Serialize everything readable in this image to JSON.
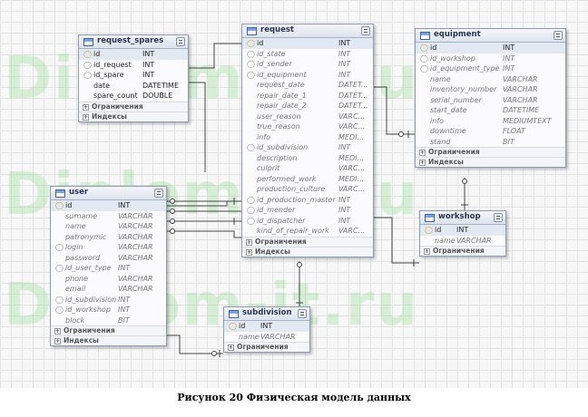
{
  "watermark": [
    "Diplom-it.ru",
    "Diplom-it.ru",
    "Diplom-it.ru"
  ],
  "caption": "Рисунок 20  Физическая модель данных",
  "labels": {
    "constraints": "Ограничения",
    "indexes": "Индексы"
  },
  "tables": [
    {
      "id": "request_spares",
      "name": "request_spares",
      "type_col": 70,
      "sections": [
        "constraints",
        "indexes"
      ],
      "fields": [
        {
          "name": "id",
          "type": "INT",
          "key": "pk",
          "style": "plain"
        },
        {
          "name": "id_request",
          "type": "INT",
          "key": "fk",
          "style": "plain"
        },
        {
          "name": "id_spare",
          "type": "INT",
          "key": "fk",
          "style": "plain"
        },
        {
          "name": "date",
          "type": "DATETIME",
          "key": "",
          "style": "plain"
        },
        {
          "name": "spare_count",
          "type": "DOUBLE",
          "key": "",
          "style": "plain"
        }
      ]
    },
    {
      "id": "request",
      "name": "request",
      "type_col": 106,
      "sections": [
        "constraints",
        "indexes"
      ],
      "fields": [
        {
          "name": "id",
          "type": "INT",
          "key": "pk",
          "style": "plain"
        },
        {
          "name": "id_state",
          "type": "INT",
          "key": "fk",
          "style": "reg"
        },
        {
          "name": "id_sender",
          "type": "INT",
          "key": "fk",
          "style": "reg"
        },
        {
          "name": "id_equipment",
          "type": "INT",
          "key": "fk",
          "style": "reg"
        },
        {
          "name": "request_date",
          "type": "DATET...",
          "key": "",
          "style": "reg"
        },
        {
          "name": "repair_date_1",
          "type": "DATET...",
          "key": "",
          "style": "reg"
        },
        {
          "name": "repair_date_2",
          "type": "DATET...",
          "key": "",
          "style": "reg"
        },
        {
          "name": "user_reason",
          "type": "VARC...",
          "key": "",
          "style": "reg"
        },
        {
          "name": "true_reason",
          "type": "VARC...",
          "key": "",
          "style": "reg"
        },
        {
          "name": "info",
          "type": "MEDI...",
          "key": "",
          "style": "reg"
        },
        {
          "name": "id_subdivision",
          "type": "INT",
          "key": "fk",
          "style": "reg"
        },
        {
          "name": "description",
          "type": "MEDI...",
          "key": "",
          "style": "reg"
        },
        {
          "name": "culprit",
          "type": "VARC...",
          "key": "",
          "style": "reg"
        },
        {
          "name": "performed_work",
          "type": "MEDI...",
          "key": "",
          "style": "reg"
        },
        {
          "name": "production_culture",
          "type": "VARC...",
          "key": "",
          "style": "reg"
        },
        {
          "name": "id_production_master",
          "type": "INT",
          "key": "fk",
          "style": "reg"
        },
        {
          "name": "id_mender",
          "type": "INT",
          "key": "fk",
          "style": "reg"
        },
        {
          "name": "id_dispatcher",
          "type": "INT",
          "key": "fk",
          "style": "reg"
        },
        {
          "name": "kind_of_repair_work",
          "type": "VARC...",
          "key": "",
          "style": "reg"
        }
      ]
    },
    {
      "id": "equipment",
      "name": "equipment",
      "type_col": 96,
      "sections": [
        "constraints",
        "indexes"
      ],
      "fields": [
        {
          "name": "id",
          "type": "INT",
          "key": "pk",
          "style": "plain"
        },
        {
          "name": "id_workshop",
          "type": "INT",
          "key": "fk",
          "style": "reg"
        },
        {
          "name": "id_equipment_type",
          "type": "INT",
          "key": "fk",
          "style": "reg"
        },
        {
          "name": "name",
          "type": "VARCHAR",
          "key": "",
          "style": "reg"
        },
        {
          "name": "inventory_number",
          "type": "VARCHAR",
          "key": "",
          "style": "reg"
        },
        {
          "name": "serial_number",
          "type": "VARCHAR",
          "key": "",
          "style": "reg"
        },
        {
          "name": "start_date",
          "type": "DATETIME",
          "key": "",
          "style": "reg"
        },
        {
          "name": "info",
          "type": "MEDIUMTEXT",
          "key": "",
          "style": "reg"
        },
        {
          "name": "downtime",
          "type": "FLOAT",
          "key": "",
          "style": "reg"
        },
        {
          "name": "stand",
          "type": "BIT",
          "key": "",
          "style": "reg"
        }
      ]
    },
    {
      "id": "user",
      "name": "user",
      "type_col": 74,
      "sections": [
        "constraints",
        "indexes"
      ],
      "fields": [
        {
          "name": "id",
          "type": "INT",
          "key": "pk",
          "style": "plain"
        },
        {
          "name": "surname",
          "type": "VARCHAR",
          "key": "",
          "style": "reg"
        },
        {
          "name": "name",
          "type": "VARCHAR",
          "key": "",
          "style": "reg"
        },
        {
          "name": "patronymic",
          "type": "VARCHAR",
          "key": "",
          "style": "reg"
        },
        {
          "name": "login",
          "type": "VARCHAR",
          "key": "fk",
          "style": "reg"
        },
        {
          "name": "password",
          "type": "VARCHAR",
          "key": "",
          "style": "reg"
        },
        {
          "name": "id_user_type",
          "type": "INT",
          "key": "fk",
          "style": "reg"
        },
        {
          "name": "phone",
          "type": "VARCHAR",
          "key": "",
          "style": "reg"
        },
        {
          "name": "email",
          "type": "VARCHAR",
          "key": "",
          "style": "reg"
        },
        {
          "name": "id_subdivision",
          "type": "INT",
          "key": "fk",
          "style": "reg"
        },
        {
          "name": "id_workshop",
          "type": "INT",
          "key": "fk",
          "style": "reg"
        },
        {
          "name": "block",
          "type": "BIT",
          "key": "",
          "style": "reg"
        }
      ]
    },
    {
      "id": "workshop",
      "name": "workshop",
      "type_col": 40,
      "sections": [
        "constraints"
      ],
      "fields": [
        {
          "name": "id",
          "type": "INT",
          "key": "pk",
          "style": "plain"
        },
        {
          "name": "name",
          "type": "VARCHAR",
          "key": "",
          "style": "reg"
        }
      ]
    },
    {
      "id": "subdivision",
      "name": "subdivision",
      "type_col": 40,
      "sections": [
        "constraints"
      ],
      "fields": [
        {
          "name": "id",
          "type": "INT",
          "key": "pk",
          "style": "plain"
        },
        {
          "name": "name",
          "type": "VARCHAR",
          "key": "",
          "style": "reg"
        }
      ]
    }
  ]
}
